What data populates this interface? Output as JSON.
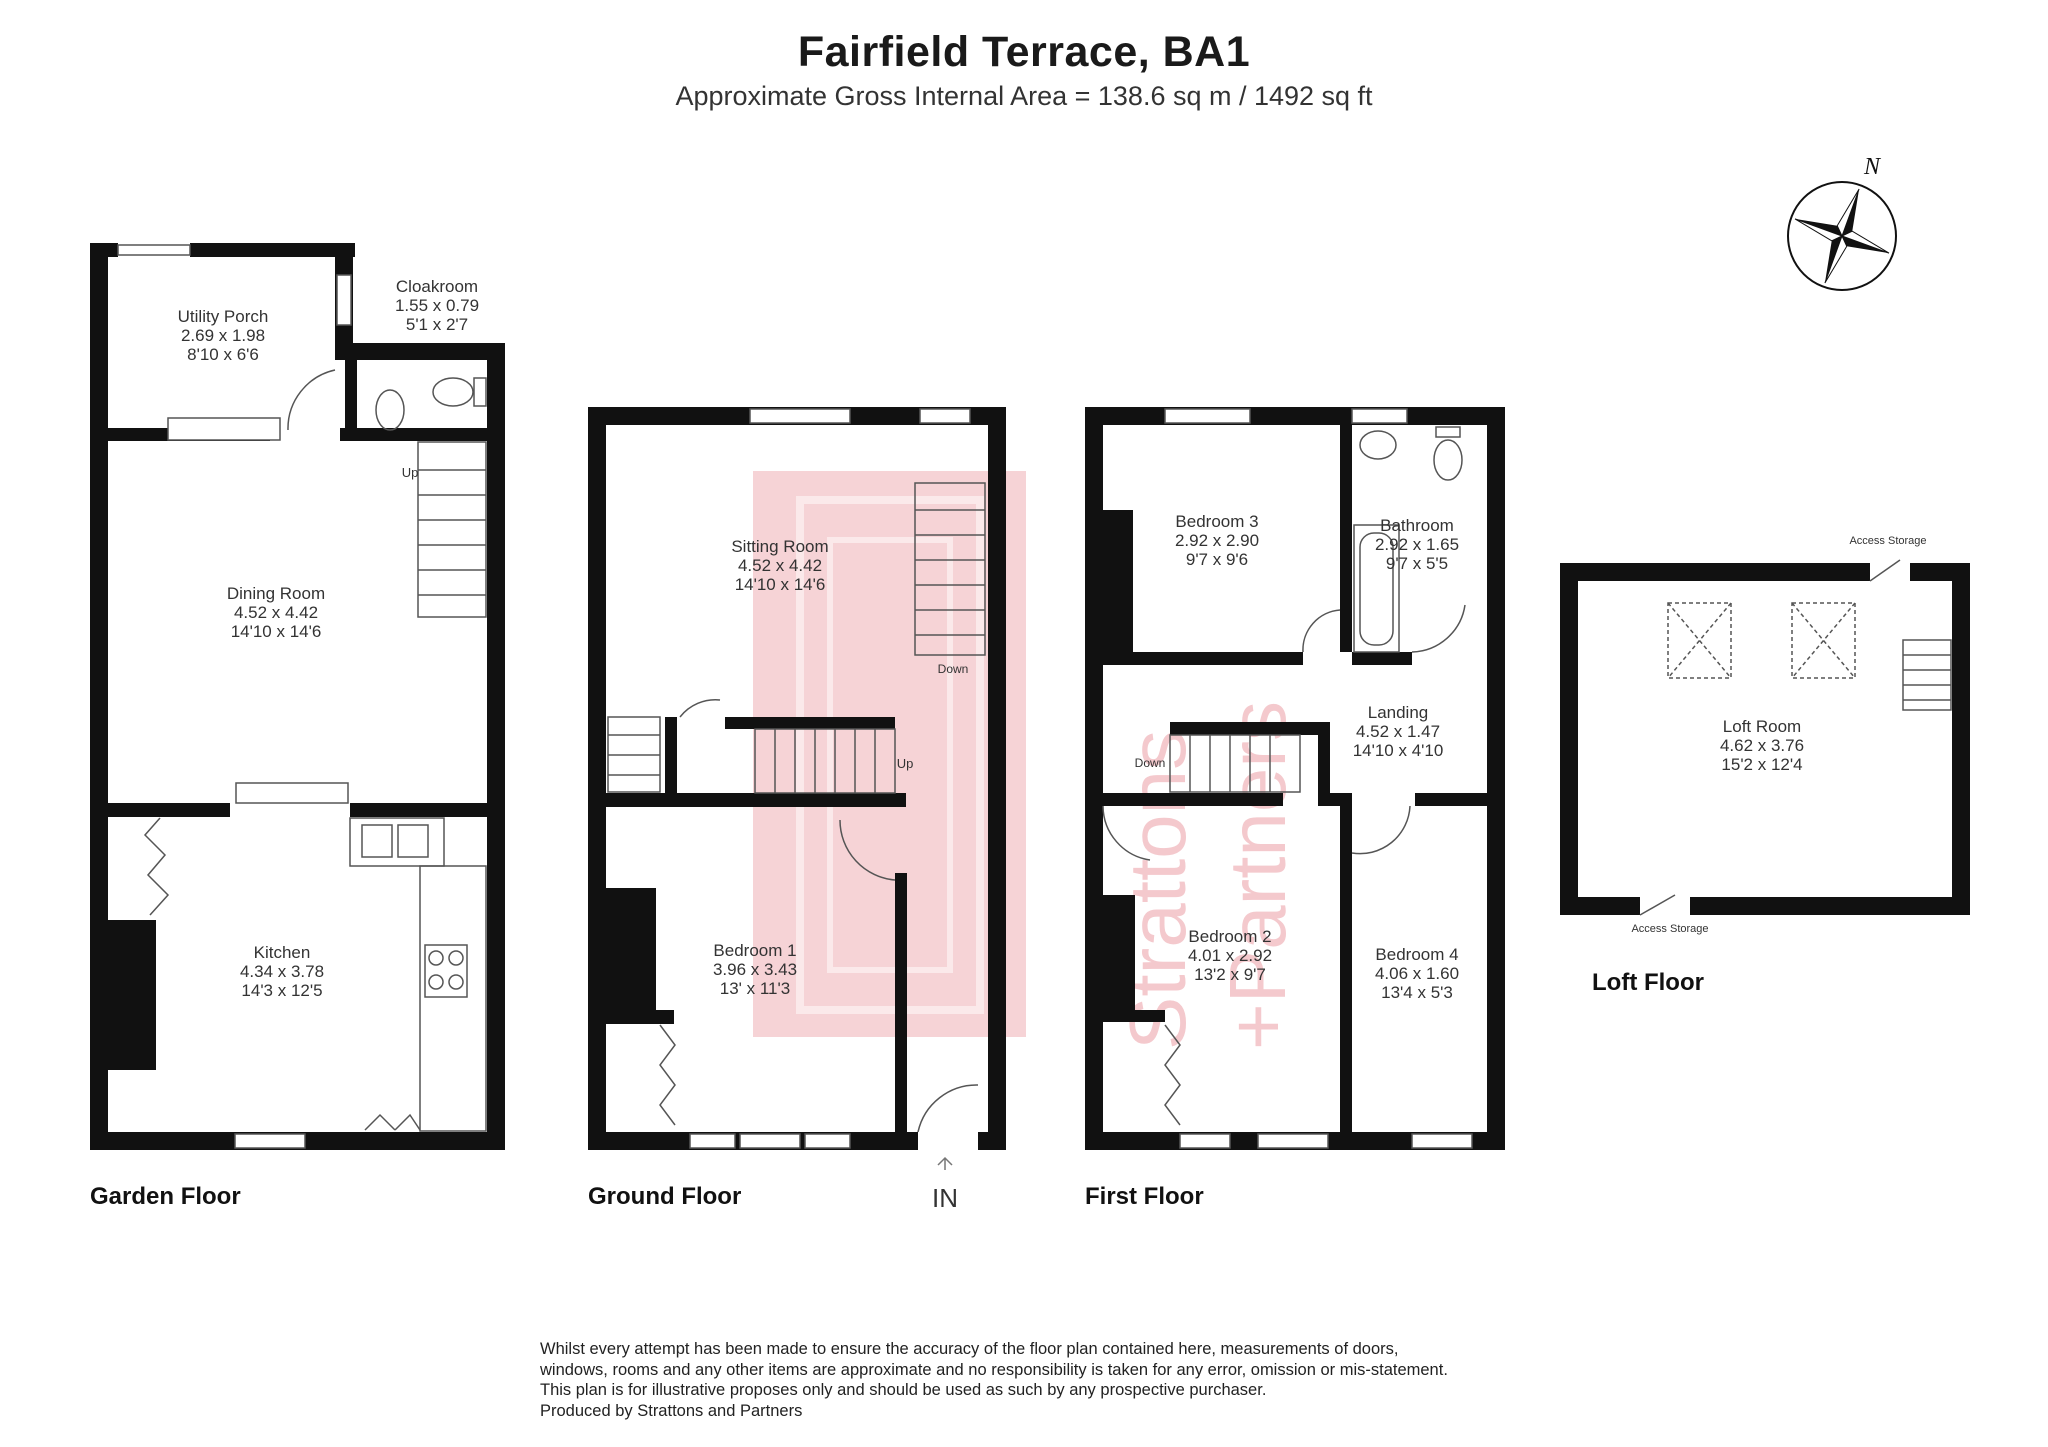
{
  "header": {
    "title": "Fairfield Terrace, BA1",
    "subtitle": "Approximate Gross Internal Area = 138.6 sq m / 1492 sq ft"
  },
  "floors": {
    "garden": "Garden Floor",
    "ground": "Ground Floor",
    "first": "First Floor",
    "loft": "Loft Floor"
  },
  "entrance": "IN",
  "compass": "N",
  "watermark": {
    "line1": "Strattons",
    "line2": "+Partners"
  },
  "stairs": {
    "up": "Up",
    "down": "Down"
  },
  "access_storage": "Access Storage",
  "rooms": {
    "utility_porch": {
      "name": "Utility Porch",
      "metric": "2.69 x 1.98",
      "imperial": "8'10 x 6'6"
    },
    "cloakroom": {
      "name": "Cloakroom",
      "metric": "1.55 x 0.79",
      "imperial": "5'1 x 2'7"
    },
    "dining_room": {
      "name": "Dining Room",
      "metric": "4.52 x 4.42",
      "imperial": "14'10 x 14'6"
    },
    "kitchen": {
      "name": "Kitchen",
      "metric": "4.34 x 3.78",
      "imperial": "14'3 x 12'5"
    },
    "sitting_room": {
      "name": "Sitting Room",
      "metric": "4.52 x 4.42",
      "imperial": "14'10 x 14'6"
    },
    "bedroom_1": {
      "name": "Bedroom 1",
      "metric": "3.96 x 3.43",
      "imperial": "13' x 11'3"
    },
    "bedroom_3": {
      "name": "Bedroom 3",
      "metric": "2.92 x 2.90",
      "imperial": "9'7 x 9'6"
    },
    "bathroom": {
      "name": "Bathroom",
      "metric": "2.92 x 1.65",
      "imperial": "9'7 x 5'5"
    },
    "landing": {
      "name": "Landing",
      "metric": "4.52 x 1.47",
      "imperial": "14'10 x 4'10"
    },
    "bedroom_2": {
      "name": "Bedroom 2",
      "metric": "4.01 x 2.92",
      "imperial": "13'2 x 9'7"
    },
    "bedroom_4": {
      "name": "Bedroom 4",
      "metric": "4.06 x 1.60",
      "imperial": "13'4 x 5'3"
    },
    "loft_room": {
      "name": "Loft Room",
      "metric": "4.62 x 3.76",
      "imperial": "15'2 x 12'4"
    }
  },
  "disclaimer": {
    "line1": "Whilst every attempt has been made to ensure the accuracy of the floor plan contained here, measurements of doors,",
    "line2": "windows, rooms and any other items are approximate and no responsibility is taken for any error, omission or mis-statement.",
    "line3": "This plan is for illustrative proposes only and should be used as such by any prospective purchaser.",
    "line4": "Produced by Strattons and Partners"
  },
  "colors": {
    "wall": "#111111",
    "watermark": "#f4c9cd",
    "text": "#222222"
  }
}
